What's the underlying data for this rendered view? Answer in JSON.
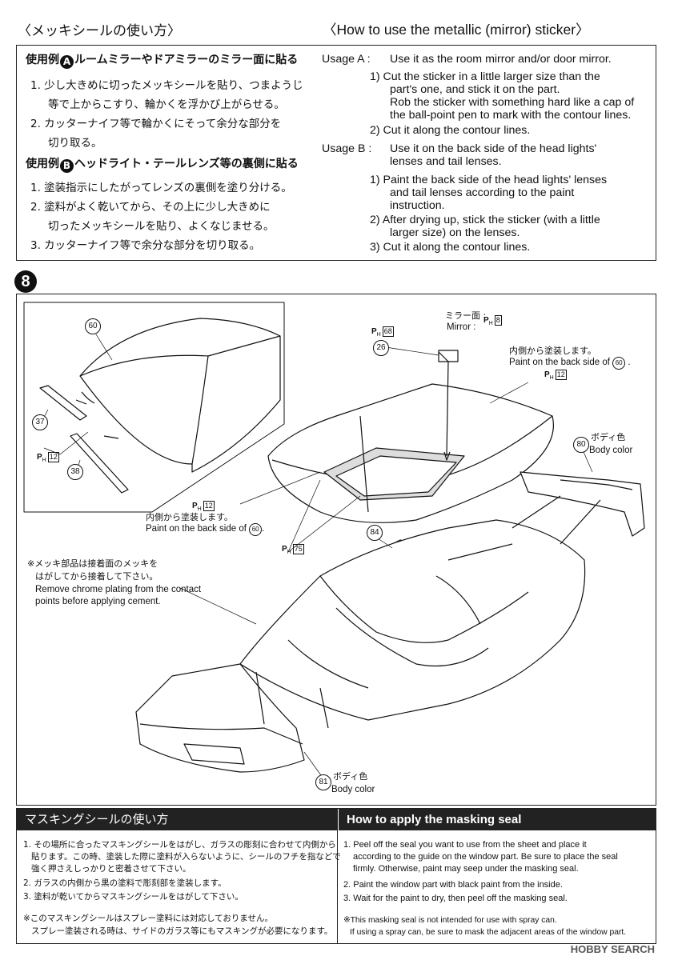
{
  "header": {
    "jp_title": "〈メッキシールの使い方〉",
    "en_title": "〈How to use the metallic (mirror) sticker〉"
  },
  "jp": {
    "usage_a_pre": "使用例",
    "usage_a_letter": "A",
    "usage_a_title": "ルームミラーやドアミラーのミラー面に貼る",
    "a1": "1.  少し大きめに切ったメッキシールを貼り、つまようじ",
    "a1b": "等で上からこすり、輪かくを浮かび上がらせる。",
    "a2": "2.  カッターナイフ等で輪かくにそって余分な部分を",
    "a2b": "切り取る。",
    "usage_b_pre": "使用例",
    "usage_b_letter": "B",
    "usage_b_title": "ヘッドライト・テールレンズ等の裏側に貼る",
    "b1": "1.  塗装指示にしたがってレンズの裏側を塗り分ける。",
    "b2": "2.  塗料がよく乾いてから、その上に少し大きめに",
    "b2b": "切ったメッキシールを貼り、よくなじませる。",
    "b3": "3.  カッターナイフ等で余分な部分を切り取る。"
  },
  "en": {
    "usage_a_label": "Usage A :",
    "usage_a_text": "Use it as the room mirror and/or door mirror.",
    "a1": "1)  Cut the sticker in a little larger size than the",
    "a1b": "part's one, and stick it on the part.",
    "a1c": "Rob the sticker with something hard like a cap of",
    "a1d": "the ball-point pen to mark with the contour lines.",
    "a2": "2)  Cut it along the contour lines.",
    "usage_b_label": "Usage B :",
    "usage_b_text": "Use it on the back side of the head lights'",
    "usage_b_text2": "lenses and tail lenses.",
    "b1": "1)  Paint the back side of the head lights' lenses",
    "b1b": "and tail lenses according to the paint",
    "b1c": "instruction.",
    "b2": "2)  After drying up, stick the sticker (with a little",
    "b2b": "larger size) on the lenses.",
    "b3": "3)  Cut it along the contour lines."
  },
  "step": "8",
  "diagram": {
    "parts": {
      "p60": "60",
      "p37": "37",
      "p38": "38",
      "p26": "26",
      "p80": "80",
      "p84": "84",
      "p81": "81",
      "p60b": "60",
      "p60c": "60"
    },
    "ph": "P",
    "ph_sub": "H",
    "ph12": "12",
    "ph68": "68",
    "ph8": "8",
    "ph75": "75",
    "mirror_jp": "ミラー面 :",
    "mirror_en": "Mirror :",
    "inside_jp": "内側から塗装します。",
    "inside_en_pre": "Paint on the back side of",
    "inside_en_post": ".",
    "body_color_jp": "ボディ色",
    "body_color_en": "Body color",
    "note_jp1": "※メッキ部品は接着面のメッキを",
    "note_jp2": "はがしてから接着して下さい。",
    "note_en1": "Remove chrome plating from the contact",
    "note_en2": "points before applying cement."
  },
  "masking": {
    "jp_title": "マスキングシールの使い方",
    "en_title": "How to apply the masking seal",
    "jp1": "1. その場所に合ったマスキングシールをはがし、ガラスの彫刻に合わせて内側から",
    "jp1b": "貼ります。この時、塗装した際に塗料が入らないように、シールのフチを指などで",
    "jp1c": "強く押さえしっかりと密着させて下さい。",
    "jp2": "2. ガラスの内側から黒の塗料で彫刻部を塗装します。",
    "jp3": "3. 塗料が乾いてからマスキングシールをはがして下さい。",
    "jp4": "※このマスキングシールはスプレー塗料には対応しておりません。",
    "jp4b": "スプレー塗装される時は、サイドのガラス等にもマスキングが必要になります。",
    "en1": "1.  Peel off the seal you want to use from the sheet and place it",
    "en1b": "according to the guide on the window part. Be sure to place the seal",
    "en1c": "firmly. Otherwise, paint may seep under the masking seal.",
    "en2": "2.  Paint the window part with black paint from the inside.",
    "en3": "3.  Wait for the paint to dry, then peel off the masking seal.",
    "en4": "※This masking seal is not intended for use with spray can.",
    "en4b": "If using a spray can, be sure to mask the adjacent areas of the window part."
  },
  "watermark": "HOBBY SEARCH"
}
